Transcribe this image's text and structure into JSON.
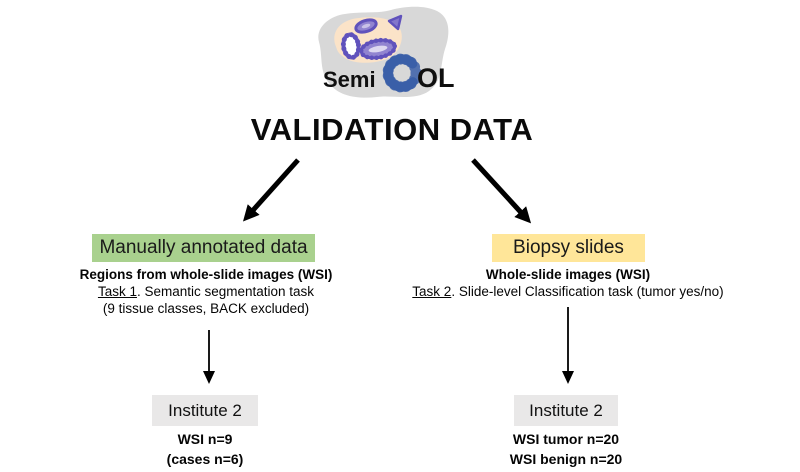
{
  "logo": {
    "text_semi": "Semi",
    "text_c": "C",
    "text_ol": "OL"
  },
  "title": "VALIDATION DATA",
  "left_branch": {
    "header": "Manually annotated data",
    "subtitle": "Regions from whole-slide images (WSI)",
    "task_label": "Task 1",
    "task_rest": ". Semantic segmentation task",
    "detail": "(9 tissue classes, BACK excluded)",
    "institute": "Institute 2",
    "stats": [
      "WSI n=9",
      "(cases n=6)"
    ]
  },
  "right_branch": {
    "header": "Biopsy slides",
    "subtitle": "Whole-slide images (WSI)",
    "task_label": "Task 2",
    "task_rest": ". Slide-level Classification task (tumor yes/no)",
    "institute": "Institute 2",
    "stats": [
      "WSI tumor n=20",
      "WSI benign n=20"
    ]
  },
  "colors": {
    "green-box": "#a9d18e",
    "yellow-box": "#ffe699",
    "gray-box": "#e9e8e8",
    "logo-gray": "#d8d8d8",
    "logo-peach": "#fbe3c8",
    "logo-purple": "#7365c8",
    "logo-purple-dark": "#6052bc",
    "logo-blue": "#3b5fa8",
    "arrow": "#000000"
  }
}
